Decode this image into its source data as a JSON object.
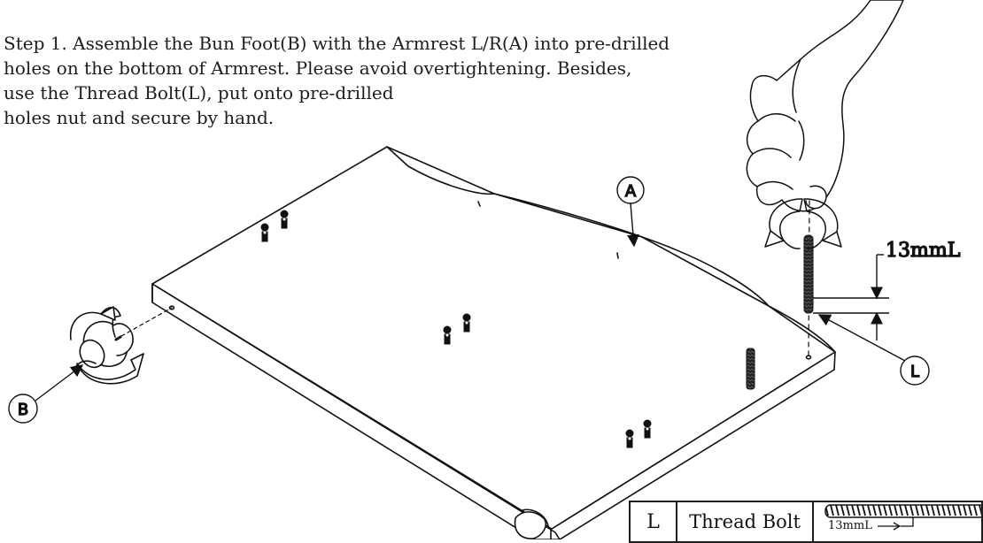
{
  "instructions": {
    "line1": "Step 1.  Assemble the Bun Foot(B) with the Armrest L/R(A) into pre-drilled",
    "line2": "holes on the bottom of Armrest. Please avoid overtightening. Besides,",
    "line3": "use the Thread Bolt(L), put onto pre-drilled",
    "line4": "holes nut and secure by hand."
  },
  "callouts": {
    "armrest": "A",
    "bun_foot": "B",
    "thread_bolt": "L"
  },
  "dimension": {
    "bolt_length": "13mmL"
  },
  "parts_table": {
    "letter": "L",
    "name": "Thread Bolt",
    "length": "13mmL"
  }
}
